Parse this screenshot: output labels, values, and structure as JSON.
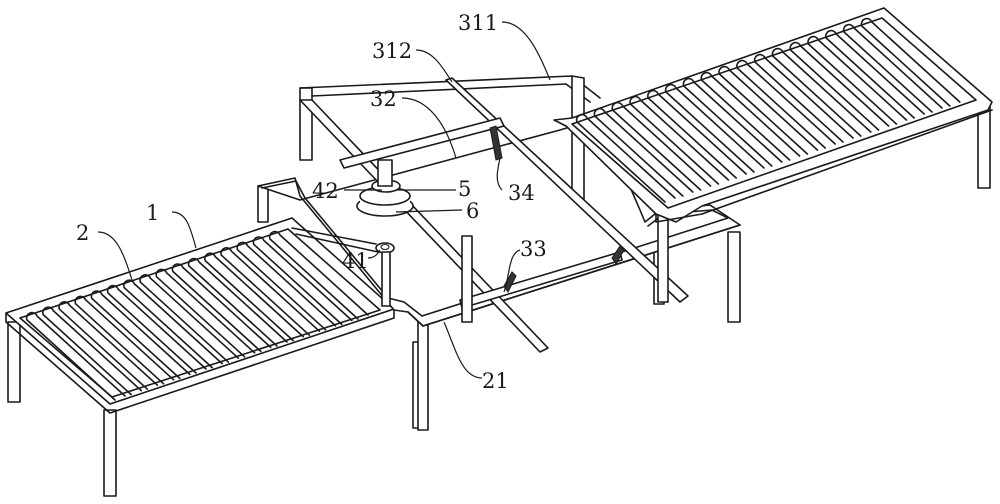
{
  "figure": {
    "type": "patent line drawing",
    "subject": "Roller conveyor with central transfer station",
    "line_color": "#1a1a1a",
    "background": "#ffffff"
  },
  "labels": [
    {
      "id": "1",
      "text": "1",
      "part": "frame"
    },
    {
      "id": "2",
      "text": "2",
      "part": "conveying roller"
    },
    {
      "id": "21",
      "text": "21",
      "part": "transfer platform"
    },
    {
      "id": "311",
      "text": "311",
      "part": "upper frame"
    },
    {
      "id": "312",
      "text": "312",
      "part": "slide rail"
    },
    {
      "id": "32",
      "text": "32",
      "part": "cross beam"
    },
    {
      "id": "33",
      "text": "33",
      "part": "clamp"
    },
    {
      "id": "34",
      "text": "34",
      "part": "clamp"
    },
    {
      "id": "41",
      "text": "41",
      "part": "pulley"
    },
    {
      "id": "42",
      "text": "42",
      "part": "drive wheel"
    },
    {
      "id": "5",
      "text": "5",
      "part": "turntable"
    },
    {
      "id": "6",
      "text": "6",
      "part": "base"
    }
  ]
}
